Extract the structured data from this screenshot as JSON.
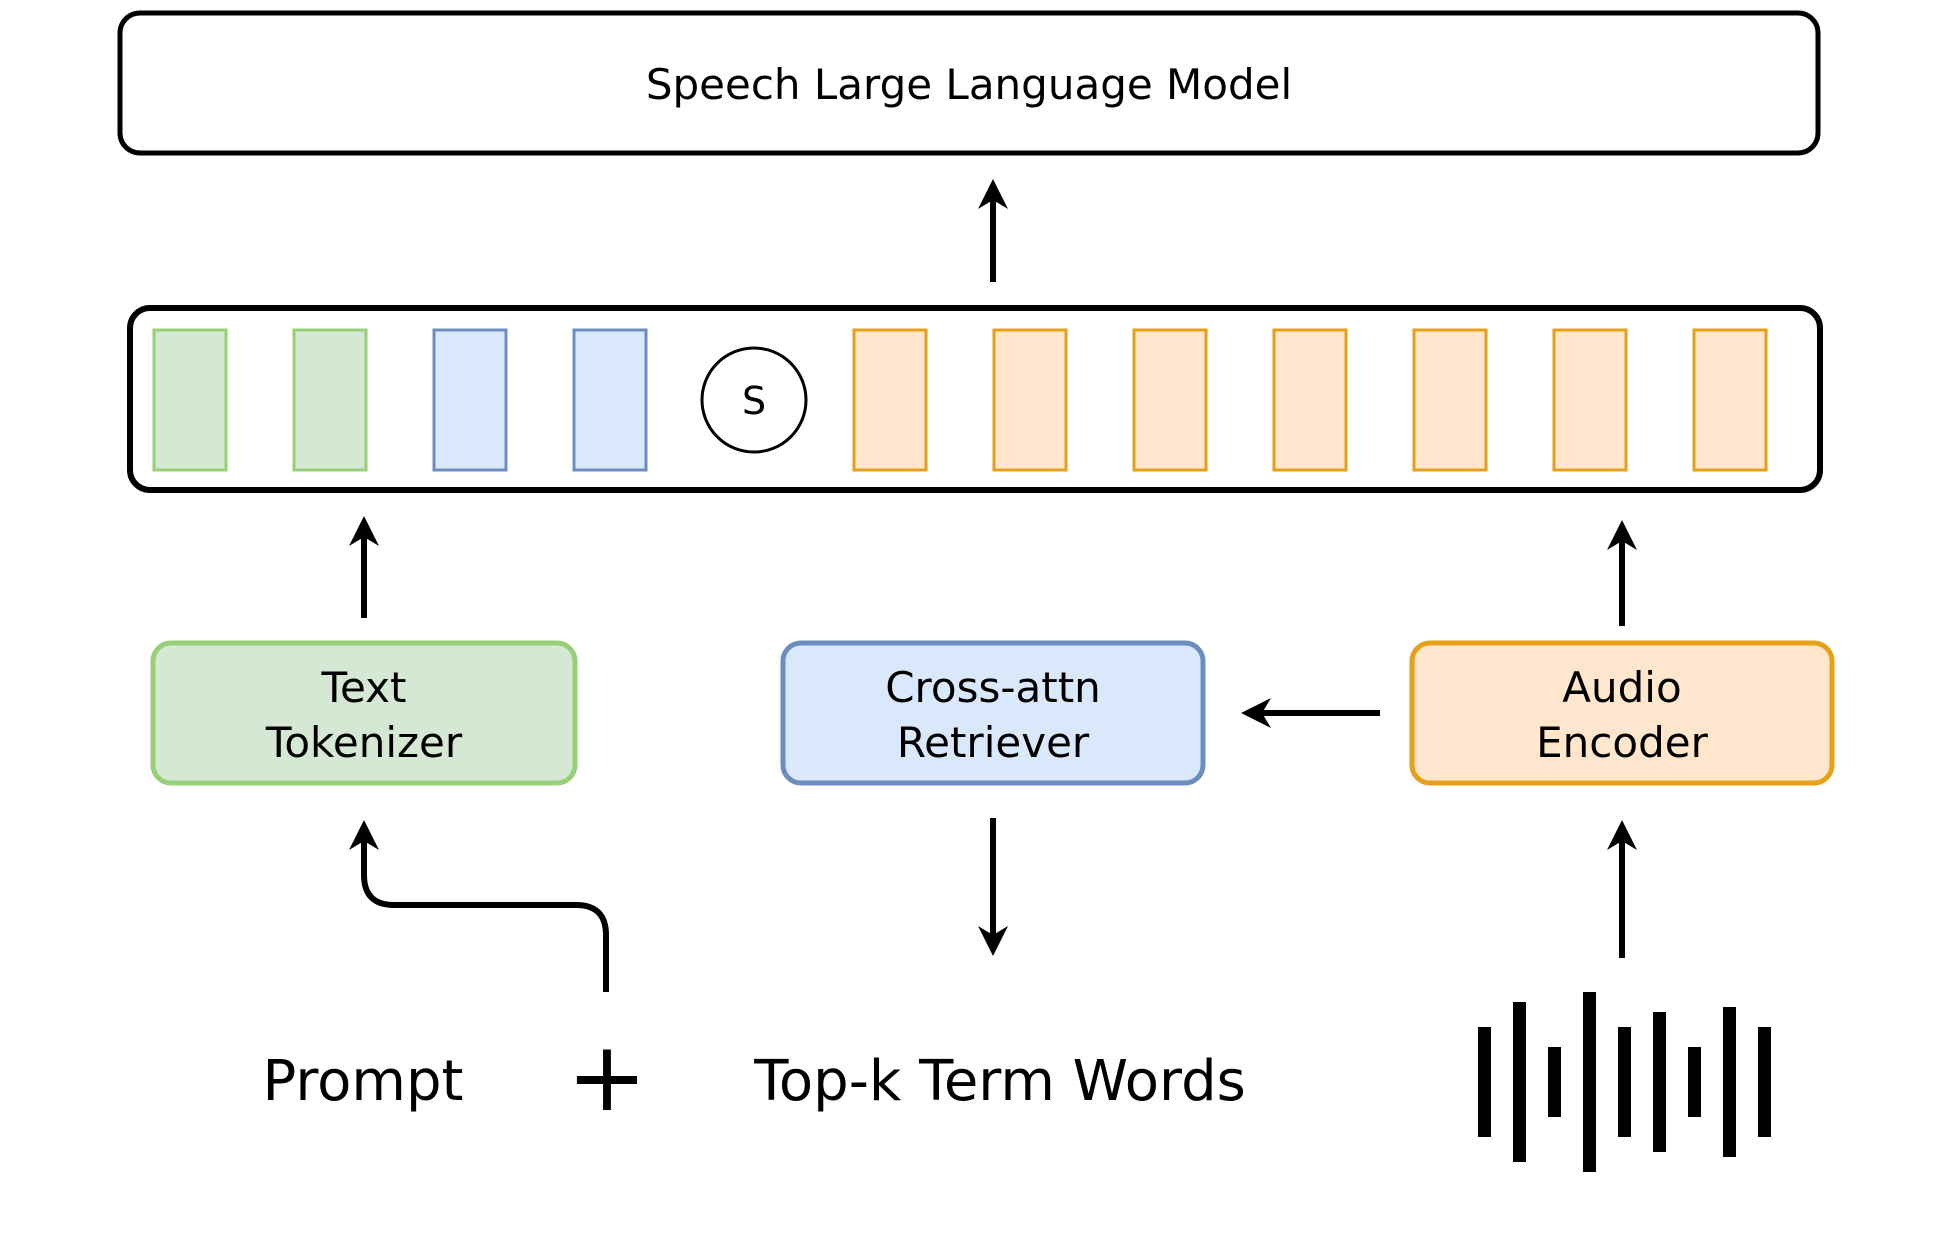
{
  "llm_box": {
    "label": "Speech Large Language Model"
  },
  "sequence": {
    "special_token": "S",
    "colors": {
      "text_fill": "#d5e8d4",
      "text_stroke": "#97d077",
      "retr_fill": "#dae8fc",
      "retr_stroke": "#6c8ebf",
      "audio_fill": "#ffe6cc",
      "audio_stroke": "#e6a11a"
    },
    "token_groups": [
      "text",
      "text",
      "retr",
      "retr",
      "special",
      "audio",
      "audio",
      "audio",
      "audio",
      "audio",
      "audio",
      "audio"
    ]
  },
  "text_tokenizer": {
    "line1": "Text",
    "line2": "Tokenizer",
    "fill": "#d5e8d4",
    "stroke": "#97d077"
  },
  "retriever": {
    "line1": "Cross-attn",
    "line2": "Retriever",
    "fill": "#dae8fc",
    "stroke": "#6c8ebf"
  },
  "audio_encoder": {
    "line1": "Audio",
    "line2": "Encoder",
    "fill": "#ffe6cc",
    "stroke": "#e6a11a"
  },
  "inputs": {
    "prompt": "Prompt",
    "plus": "+",
    "term_words": "Top-k Term Words",
    "waveform_icon": "audio-waveform-icon"
  }
}
